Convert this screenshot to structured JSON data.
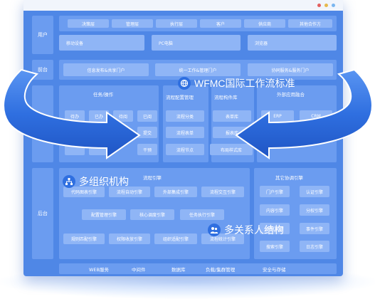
{
  "row_labels": {
    "user": "用户",
    "frontend": "前台",
    "backend": "后台"
  },
  "user_tabs": [
    "决策层",
    "管理层",
    "执行层",
    "客户",
    "供应商",
    "其他合作方"
  ],
  "devices": [
    "移动设备",
    "PC电脑",
    "浏览器"
  ],
  "frontend_portals": [
    "信息发布&共享门户",
    "统一工作&管理门户",
    "协同服务&服务门户"
  ],
  "task_panel": {
    "title": "任务/操作",
    "buttons": [
      "待办",
      "已办",
      "待阅",
      "已阅",
      "提交",
      "干预"
    ]
  },
  "process_config": {
    "title": "流程配置管理",
    "buttons": [
      "流程分类",
      "流程表单",
      "流程节点"
    ]
  },
  "process_build": {
    "title": "流程构件库",
    "buttons": [
      "表单库",
      "报表库",
      "布局样式库"
    ]
  },
  "external": {
    "title": "外部应用融合",
    "buttons": [
      "ERP",
      "CRM"
    ]
  },
  "engine": {
    "title": "流程引擎",
    "row1": [
      "代码图表引擎",
      "流程自动引擎",
      "外部集成引擎",
      "流程交互引擎"
    ],
    "row2": [
      "配置管理引擎",
      "核心调度引擎",
      "任务执行引擎"
    ],
    "row3": [
      "规则匹配引擎",
      "权限收放引擎",
      "组织适配引擎",
      "流程统计引擎"
    ]
  },
  "other_engines": {
    "title": "其它协调引擎",
    "buttons": [
      "门户引擎",
      "认证引擎",
      "内容引擎",
      "分权引擎",
      "消息引擎",
      "事件引擎",
      "搜索引擎",
      "日志引擎"
    ]
  },
  "bottom_bar": [
    "WEB服务",
    "中间件",
    "数据库",
    "负载/集群管理",
    "安全与存储"
  ],
  "tags": {
    "wfmc": "WFMC国际工作流标准",
    "multi_org": "多组织机构",
    "multi_rel": "多关系人结构"
  },
  "colors": {
    "window": "#4f87e6",
    "arrow": "#2f6fe0"
  },
  "icons": {
    "wfmc": "globe-gear-icon",
    "multi_org": "org-chart-icon",
    "multi_rel": "people-icon"
  }
}
